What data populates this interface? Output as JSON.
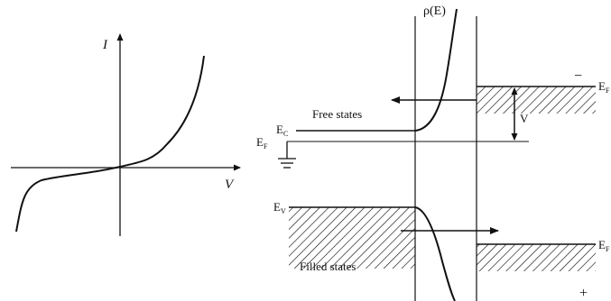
{
  "iv_plot": {
    "y_axis_label": "I",
    "x_axis_label": "V"
  },
  "band_diagram": {
    "dos_label": "ρ(E)",
    "free_states_label": "Free states",
    "filled_states_label": "Filled states",
    "conduction_edge": {
      "main": "E",
      "sub": "C"
    },
    "valence_edge": {
      "main": "E",
      "sub": "V"
    },
    "fermi_left": {
      "main": "E",
      "sub": "F"
    },
    "fermi_right_top": {
      "main": "E",
      "sub": "F"
    },
    "fermi_right_bottom": {
      "main": "E",
      "sub": "F"
    },
    "bias_label": "V",
    "minus_sign": "−",
    "plus_sign": "+"
  }
}
